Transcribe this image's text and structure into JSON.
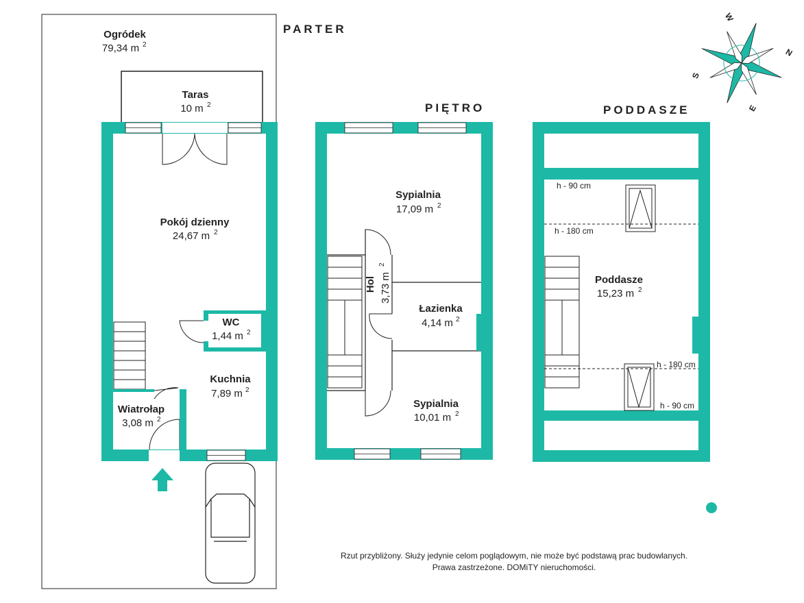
{
  "colors": {
    "wall": "#1db9a6",
    "line": "#222222",
    "window": "#ffffff"
  },
  "floors": {
    "parter": "PARTER",
    "pietro": "PIĘTRO",
    "poddasze": "PODDASZE"
  },
  "rooms": {
    "ogrodek": {
      "name": "Ogródek",
      "area": "79,34 m"
    },
    "taras": {
      "name": "Taras",
      "area": "10 m"
    },
    "pokoj_dzienny": {
      "name": "Pokój dzienny",
      "area": "24,67 m"
    },
    "wc": {
      "name": "WC",
      "area": "1,44 m"
    },
    "kuchnia": {
      "name": "Kuchnia",
      "area": "7,89 m"
    },
    "wiatrolap": {
      "name": "Wiatrołap",
      "area": "3,08 m"
    },
    "sypialnia_1": {
      "name": "Sypialnia",
      "area": "17,09 m"
    },
    "hol": {
      "name": "Hol",
      "area": "3,73 m"
    },
    "lazienka": {
      "name": "Łazienka",
      "area": "4,14 m"
    },
    "sypialnia_2": {
      "name": "Sypialnia",
      "area": "10,01 m"
    },
    "poddasze": {
      "name": "Poddasze",
      "area": "15,23 m"
    }
  },
  "area_superscript": "2",
  "heights": {
    "top_90": "h - 90 cm",
    "top_180": "h - 180 cm",
    "bottom_180": "h - 180 cm",
    "bottom_90": "h - 90 cm"
  },
  "compass": {
    "w": "W",
    "n": "N",
    "s": "S",
    "e": "E"
  },
  "disclaimer": {
    "line1": "Rzut przybliżony. Służy jedynie celom poglądowym, nie może być podstawą prac budowlanych.",
    "line2": "Prawa zastrzeżone. DOMiTY nieruchomości."
  }
}
